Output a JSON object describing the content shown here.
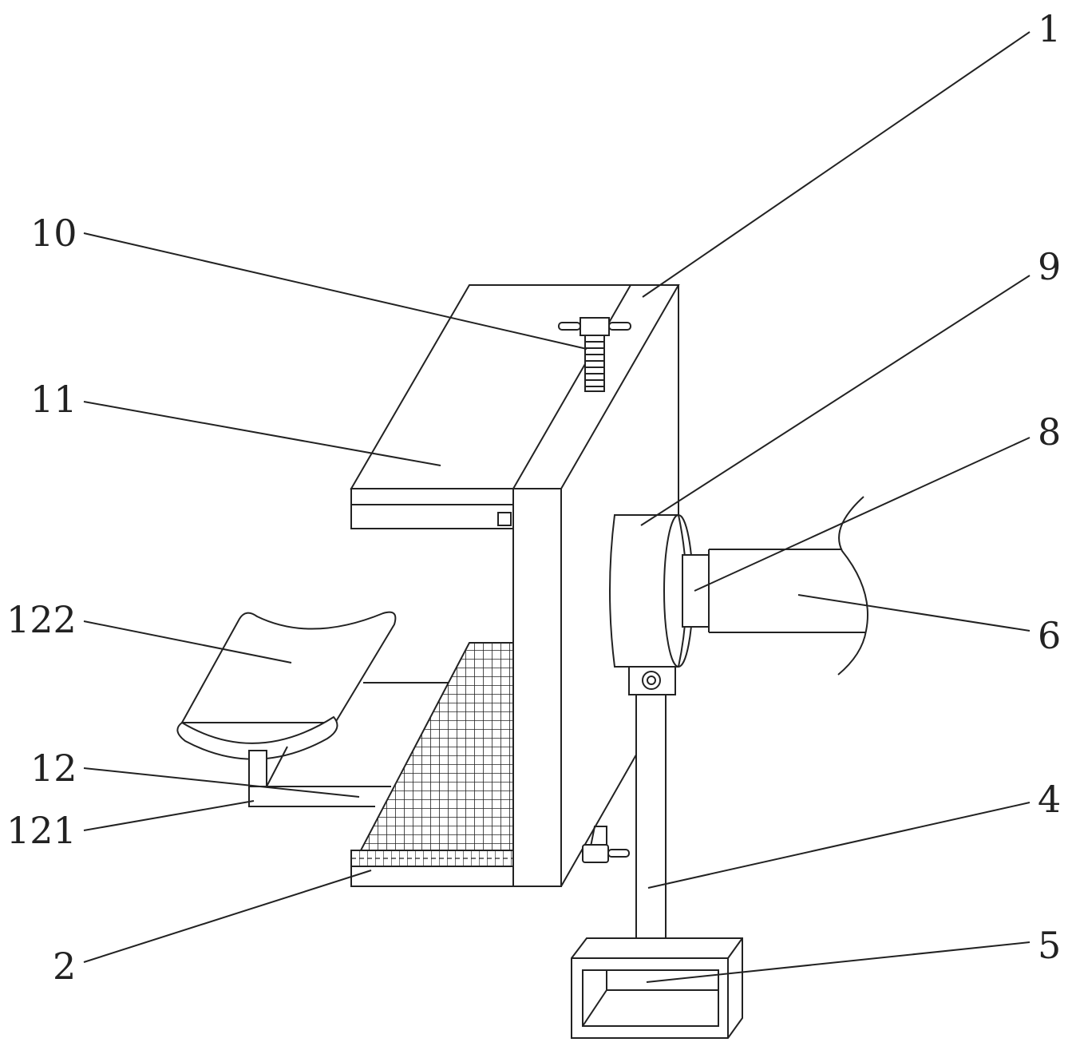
{
  "figure": {
    "type": "patent-drawing",
    "line_color": "#222222",
    "callouts": [
      {
        "id": "1",
        "label": "1"
      },
      {
        "id": "10",
        "label": "10"
      },
      {
        "id": "11",
        "label": "11"
      },
      {
        "id": "9",
        "label": "9"
      },
      {
        "id": "8",
        "label": "8"
      },
      {
        "id": "122",
        "label": "122"
      },
      {
        "id": "6",
        "label": "6"
      },
      {
        "id": "12",
        "label": "12"
      },
      {
        "id": "121",
        "label": "121"
      },
      {
        "id": "4",
        "label": "4"
      },
      {
        "id": "2",
        "label": "2"
      },
      {
        "id": "5",
        "label": "5"
      }
    ]
  }
}
